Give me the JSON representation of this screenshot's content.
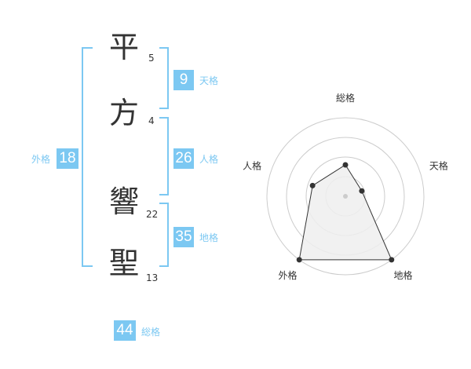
{
  "name": {
    "chars": [
      {
        "char": "平",
        "strokes": "5"
      },
      {
        "char": "方",
        "strokes": "4"
      },
      {
        "char": "響",
        "strokes": "22"
      },
      {
        "char": "聖",
        "strokes": "13"
      }
    ]
  },
  "kaku": {
    "tenkaku": {
      "label": "天格",
      "value": "9"
    },
    "jinkaku": {
      "label": "人格",
      "value": "26"
    },
    "chikaku": {
      "label": "地格",
      "value": "35"
    },
    "gaikaku": {
      "label": "外格",
      "value": "18"
    },
    "soukaku": {
      "label": "総格",
      "value": "44"
    }
  },
  "colors": {
    "accent": "#7cc8f2",
    "text": "#333333",
    "grid": "#cccccc",
    "fill": "#eeeeee"
  },
  "chart_data": {
    "type": "radar",
    "axes": [
      "総格",
      "天格",
      "地格",
      "外格",
      "人格"
    ],
    "values": [
      0.4,
      0.22,
      1.0,
      1.0,
      0.44
    ],
    "rings": 4,
    "range": [
      0,
      1
    ]
  }
}
